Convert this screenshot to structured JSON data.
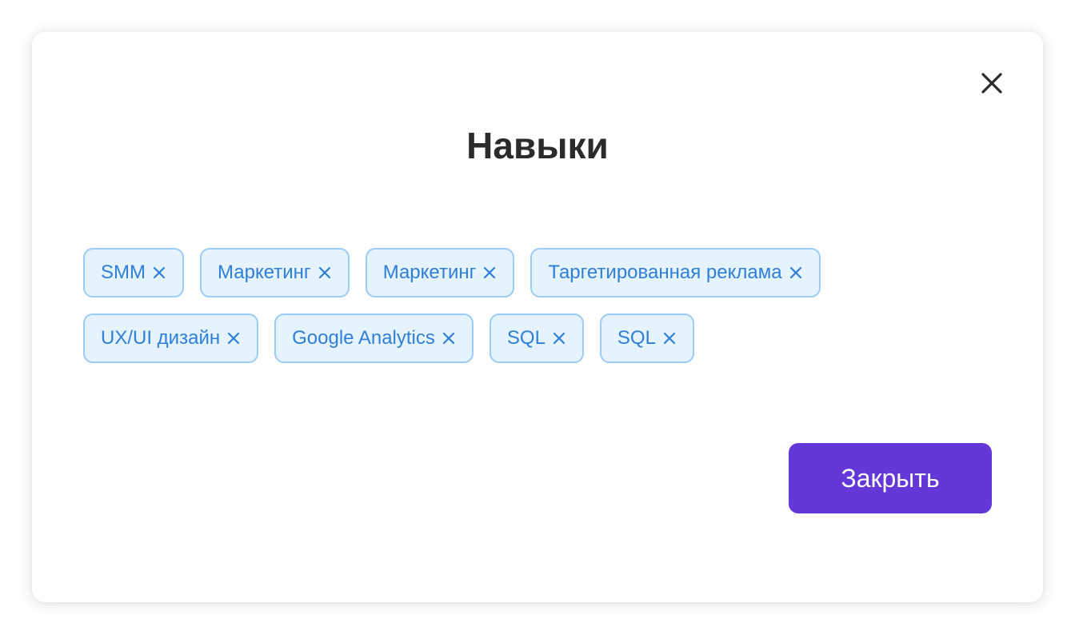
{
  "modal": {
    "title": "Навыки",
    "close_icon": "close-icon",
    "tag_remove_icon": "close-small-icon",
    "tags": [
      [
        "SMM",
        "Маркетинг",
        "Маркетинг",
        "Таргетированная реклама"
      ],
      [
        "UX/UI дизайн",
        "Google Analytics",
        "SQL",
        "SQL"
      ]
    ],
    "close_button_label": "Закрыть"
  },
  "colors": {
    "accent": "#6437d8",
    "tag_bg": "#e4f3fe",
    "tag_border": "#9ccbf6",
    "tag_text": "#2f7fd8",
    "title_text": "#2b2b2b"
  }
}
